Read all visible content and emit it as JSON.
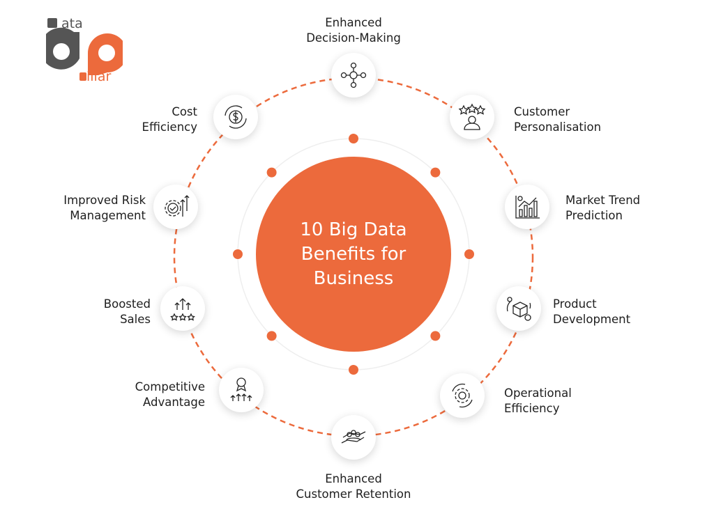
{
  "logo": {
    "top": "ata",
    "bottom": "illar",
    "brand": "Data Pillar"
  },
  "title": "10 Big Data Benefits for Business",
  "colors": {
    "accent": "#ec6a3c",
    "dark": "#555555"
  },
  "benefits": [
    {
      "label": "Enhanced\nDecision-Making",
      "icon": "decision-network-icon"
    },
    {
      "label": "Customer\nPersonalisation",
      "icon": "customer-stars-icon"
    },
    {
      "label": "Market Trend\nPrediction",
      "icon": "bar-chart-trend-icon"
    },
    {
      "label": "Product\nDevelopment",
      "icon": "product-box-gear-icon"
    },
    {
      "label": "Operational\nEfficiency",
      "icon": "gear-cycle-icon"
    },
    {
      "label": "Enhanced\nCustomer Retention",
      "icon": "hand-holding-people-icon"
    },
    {
      "label": "Competitive\nAdvantage",
      "icon": "award-arrows-icon"
    },
    {
      "label": "Boosted\nSales",
      "icon": "sales-stars-icon"
    },
    {
      "label": "Improved Risk\nManagement",
      "icon": "gear-check-arrows-icon"
    },
    {
      "label": "Cost\nEfficiency",
      "icon": "dollar-cycle-icon"
    }
  ]
}
